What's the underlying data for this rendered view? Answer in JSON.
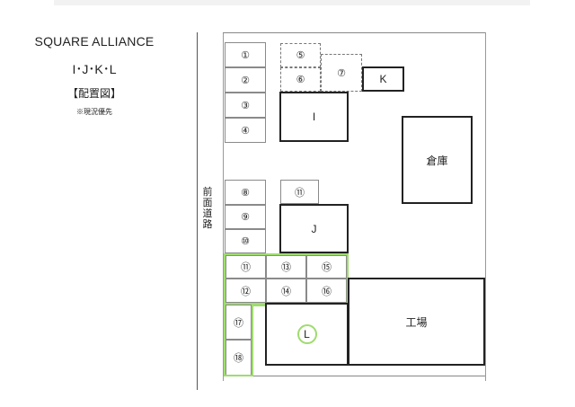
{
  "header": {
    "title": "SQUARE ALLIANCE",
    "subtitle": "I･J･K･L",
    "heading": "【配置図】",
    "note": "※現況優先"
  },
  "road_label": "前面道路",
  "spaces": [
    "①",
    "②",
    "③",
    "④",
    "⑤",
    "⑥",
    "⑦",
    "⑧",
    "⑨",
    "⑩",
    "⑪",
    "⑫",
    "⑬",
    "⑭",
    "⑮",
    "⑯",
    "⑰",
    "⑱"
  ],
  "buildings": {
    "I": "I",
    "J": "J",
    "K": "K",
    "L": "L",
    "warehouse": "倉庫",
    "factory": "工場"
  },
  "colors": {
    "highlight": "#9fdc6e",
    "building_border": "#222222"
  }
}
